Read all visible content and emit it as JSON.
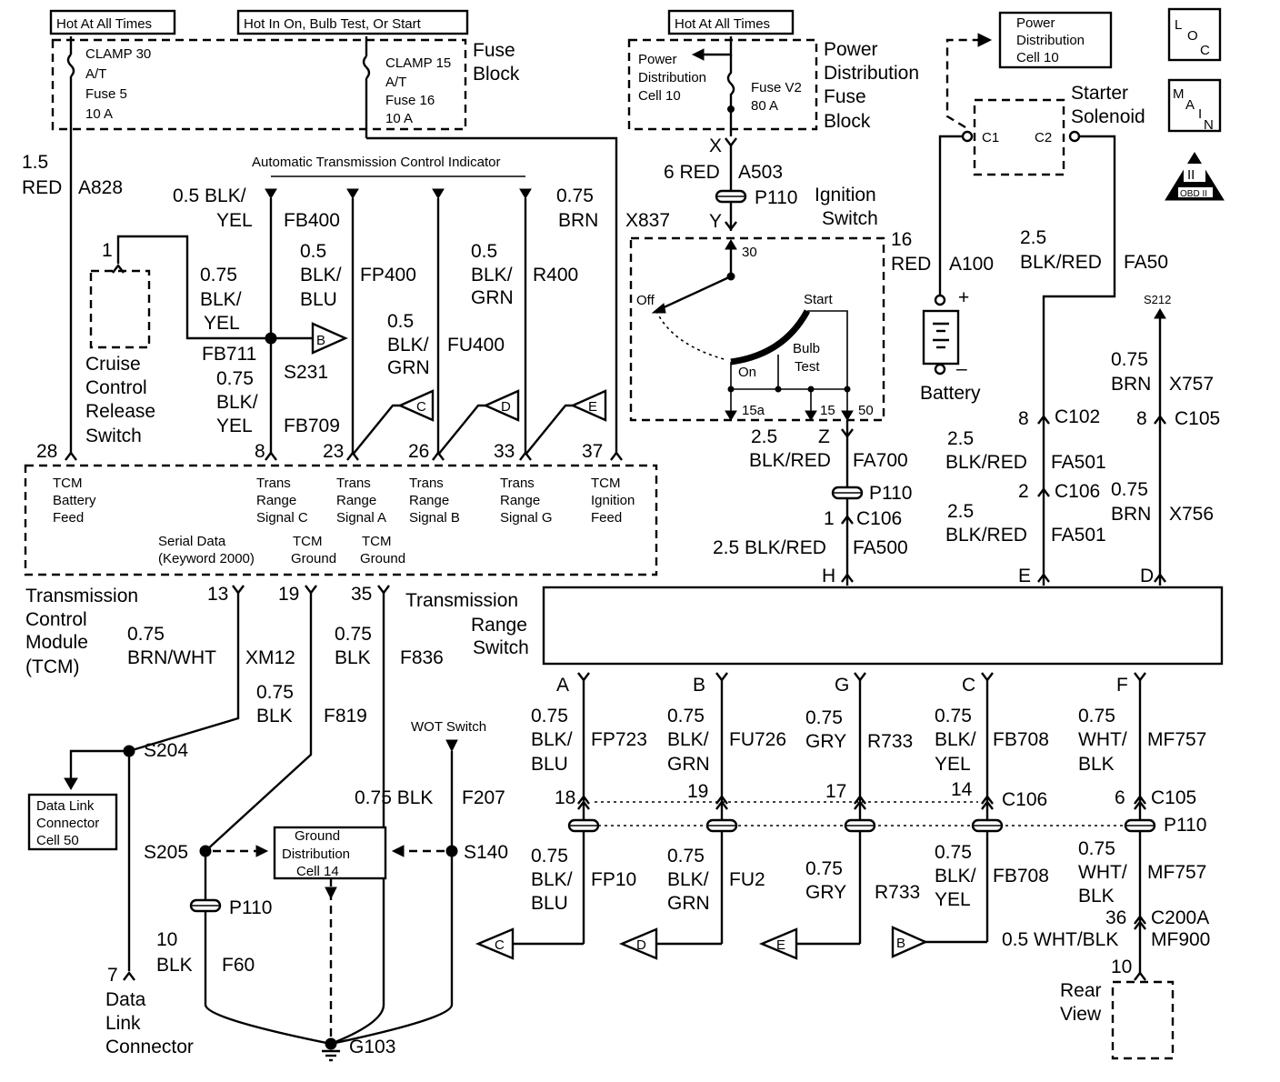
{
  "header_labels": {
    "hot_at_all_times_left": "Hot At All Times",
    "hot_in_on": "Hot In On, Bulb Test, Or Start",
    "hot_at_all_times_center": "Hot At All Times"
  },
  "fuse_block": {
    "name_line1": "Fuse",
    "name_line2": "Block",
    "fuse5": [
      "CLAMP 30",
      "A/T",
      "Fuse 5",
      "10 A"
    ],
    "fuse16": [
      "CLAMP 15",
      "A/T",
      "Fuse 16",
      "10 A"
    ]
  },
  "pdfb": {
    "name_lines": [
      "Power",
      "Distribution",
      "Fuse",
      "Block"
    ],
    "cell_lines": [
      "Power",
      "Distribution",
      "Cell 10"
    ],
    "fuse_lines": [
      "Fuse V2",
      "80 A"
    ]
  },
  "pd_cell10_box": [
    "Power",
    "Distribution",
    "Cell 10"
  ],
  "starter": {
    "name_lines": [
      "Starter",
      "Solenoid"
    ],
    "c1": "C1",
    "c2": "C2"
  },
  "badges": {
    "loc": [
      "L",
      "O",
      "C"
    ],
    "main": [
      "M",
      "A",
      "I",
      "N"
    ],
    "obd": [
      "II",
      "OBD II"
    ]
  },
  "ignition": {
    "name_lines": [
      "Ignition",
      "Switch"
    ],
    "x_term": "X",
    "wire_top": [
      "6 RED",
      "A503"
    ],
    "p110": "P110",
    "y_term": "Y",
    "x837": "X837",
    "pin30": "30",
    "off": "Off",
    "start": "Start",
    "on": "On",
    "bulb_test": [
      "Bulb",
      "Test"
    ],
    "pins": [
      "15a",
      "15",
      "50"
    ],
    "z_term": "Z"
  },
  "tcm_wires": {
    "a828": [
      "1.5",
      "RED",
      "A828"
    ],
    "indicator_title": "Automatic Transmission Control Indicator",
    "fb400": [
      "0.5 BLK/",
      "YEL",
      "FB400"
    ],
    "fp400": [
      "0.5",
      "BLK/",
      "BLU",
      "FP400"
    ],
    "r400": [
      "0.5",
      "BLK/",
      "GRN",
      "R400"
    ],
    "fu400": [
      "0.5",
      "BLK/",
      "GRN",
      "FU400"
    ],
    "brn_top": [
      "0.75",
      "BRN"
    ],
    "fb711": [
      "0.75",
      "BLK/",
      "YEL",
      "FB711"
    ],
    "fb709": [
      "0.75",
      "BLK/",
      "YEL",
      "FB709"
    ],
    "s231": "S231",
    "pin1": "1"
  },
  "cruise": [
    "Cruise",
    "Control",
    "Release",
    "Switch"
  ],
  "tcm": {
    "pins_top": [
      "28",
      "8",
      "23",
      "26",
      "33",
      "37"
    ],
    "signals": [
      [
        "TCM",
        "Battery",
        "Feed"
      ],
      [
        "Trans",
        "Range",
        "Signal C"
      ],
      [
        "Trans",
        "Range",
        "Signal A"
      ],
      [
        "Trans",
        "Range",
        "Signal B"
      ],
      [
        "Trans",
        "Range",
        "Signal G"
      ],
      [
        "TCM",
        "Ignition",
        "Feed"
      ]
    ],
    "bottom_labels": [
      [
        "Serial Data",
        "(Keyword 2000)"
      ],
      [
        "TCM",
        "Ground"
      ],
      [
        "TCM",
        "Ground"
      ]
    ],
    "name_lines": [
      "Transmission",
      "Control",
      "Module",
      "(TCM)"
    ],
    "pins_bottom": [
      "13",
      "19",
      "35"
    ]
  },
  "lower_left": {
    "xm12": [
      "0.75",
      "BRN/WHT",
      "XM12"
    ],
    "f836": [
      "0.75",
      "BLK",
      "F836"
    ],
    "f819": [
      "0.75",
      "BLK",
      "F819"
    ],
    "wot": "WOT Switch",
    "f207": [
      "0.75 BLK",
      "F207"
    ],
    "s204": "S204",
    "dlc_box": [
      "Data Link",
      "Connector",
      "Cell 50"
    ],
    "s205": "S205",
    "s140": "S140",
    "gnd_box": [
      "Ground",
      "Distribution",
      "Cell 14"
    ],
    "p110": "P110",
    "f60": [
      "10",
      "BLK",
      "F60"
    ],
    "dlc_pin": "7",
    "dlc_name": [
      "Data",
      "Link",
      "Connector"
    ],
    "g103": "G103"
  },
  "battery": {
    "wire": [
      "16",
      "RED",
      "A100"
    ],
    "name": "Battery",
    "plus": "+",
    "minus": "–"
  },
  "right_wires": {
    "fa50": [
      "2.5",
      "BLK/RED",
      "FA50"
    ],
    "s212": "S212",
    "x757": [
      "0.75",
      "BRN",
      "X757"
    ],
    "c102": [
      "8",
      "C102"
    ],
    "c105_top": [
      "8",
      "C105"
    ],
    "fa501_a": [
      "2.5",
      "BLK/RED",
      "FA501"
    ],
    "c106_r": [
      "2",
      "C106"
    ],
    "x756": [
      "0.75",
      "BRN",
      "X756"
    ],
    "fa501_b": [
      "2.5",
      "BLK/RED",
      "FA501"
    ],
    "fa700": [
      "2.5",
      "BLK/RED",
      "FA700"
    ],
    "p110_mid": "P110",
    "c106_mid": [
      "1",
      "C106"
    ],
    "fa500": [
      "2.5 BLK/RED",
      "FA500"
    ],
    "terms": [
      "H",
      "E",
      "D"
    ]
  },
  "trs": {
    "name_lines": [
      "Transmission",
      "Range",
      "Switch"
    ],
    "terms": [
      "A",
      "B",
      "G",
      "C",
      "F"
    ]
  },
  "bottom_wires": {
    "fp723": [
      "0.75",
      "BLK/",
      "BLU",
      "FP723"
    ],
    "fu726": [
      "0.75",
      "BLK/",
      "GRN",
      "FU726"
    ],
    "r733_top": [
      "0.75",
      "GRY",
      "R733"
    ],
    "fb708_top": [
      "0.75",
      "BLK/",
      "YEL",
      "FB708"
    ],
    "mf757_top": [
      "0.75",
      "WHT/",
      "BLK",
      "MF757"
    ],
    "c106_pins": [
      "18",
      "19",
      "17",
      "14"
    ],
    "c106": "C106",
    "c105_pin": "6",
    "c105": "C105",
    "p110": "P110",
    "fp10": [
      "0.75",
      "BLK/",
      "BLU",
      "FP10"
    ],
    "fu2": [
      "0.75",
      "BLK/",
      "GRN",
      "FU2"
    ],
    "r733_bot": [
      "0.75",
      "GRY",
      "R733"
    ],
    "fb708_bot": [
      "0.75",
      "BLK/",
      "YEL",
      "FB708"
    ],
    "mf757_bot": [
      "0.75",
      "WHT/",
      "BLK",
      "MF757"
    ],
    "c200a": [
      "36",
      "C200A"
    ],
    "mf900": [
      "0.5 WHT/BLK",
      "MF900"
    ],
    "pin10": "10",
    "rear_view": [
      "Rear",
      "View"
    ]
  },
  "offpage": {
    "c": "C",
    "d": "D",
    "e": "E",
    "b": "B"
  }
}
